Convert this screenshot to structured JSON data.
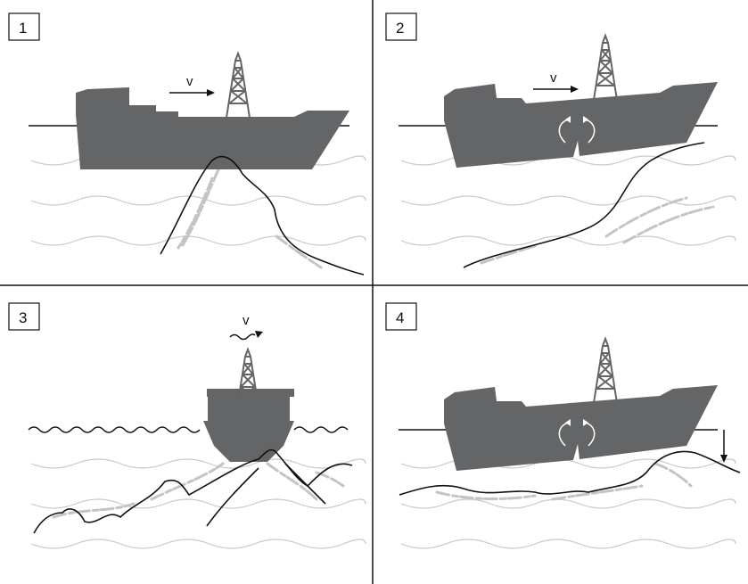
{
  "panels": [
    {
      "number": "1",
      "velocity_label": "v"
    },
    {
      "number": "2",
      "velocity_label": "v"
    },
    {
      "number": "3",
      "velocity_label": "v"
    },
    {
      "number": "4"
    }
  ],
  "colors": {
    "ship": "#646567",
    "sediment": "#c4c4c4",
    "waves": "#c8c8c8"
  }
}
